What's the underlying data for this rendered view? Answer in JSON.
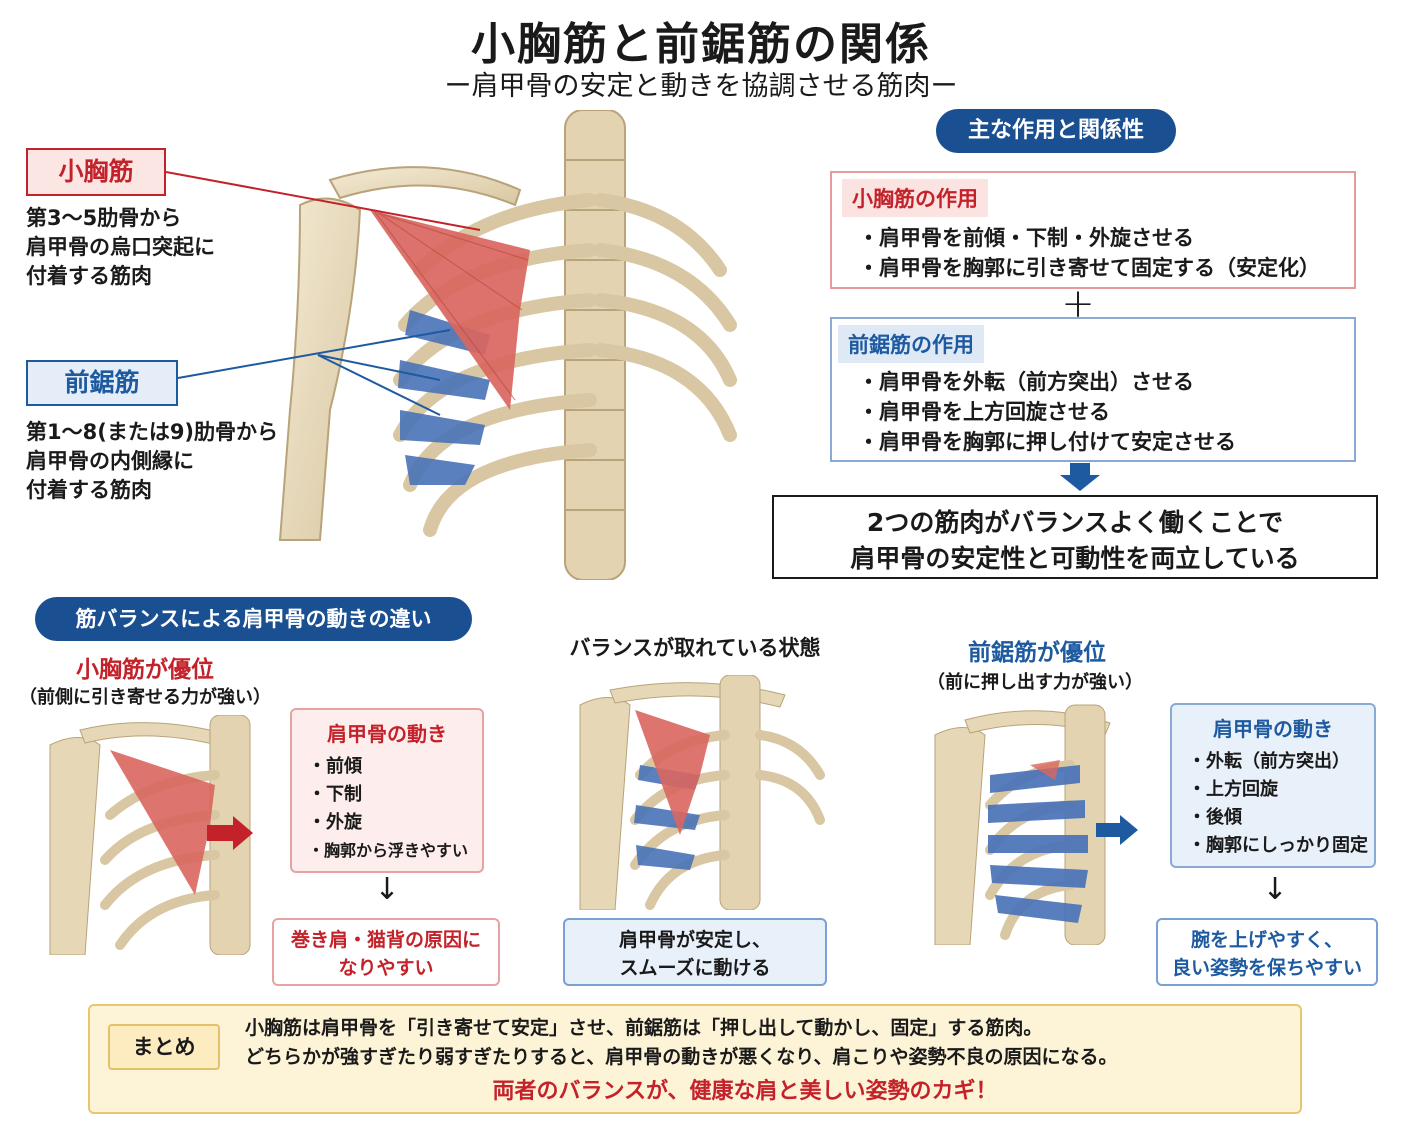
{
  "title": "小胸筋と前鋸筋の関係",
  "subtitle": "ー肩甲骨の安定と動きを協調させる筋肉ー",
  "muscles": {
    "pec_minor": {
      "name": "小胸筋",
      "desc": [
        "第3〜5肋骨から",
        "肩甲骨の烏口突起に",
        "付着する筋肉"
      ]
    },
    "serratus": {
      "name": "前鋸筋",
      "desc": [
        "第1〜8(または9)肋骨から",
        "肩甲骨の内側縁に",
        "付着する筋肉"
      ]
    }
  },
  "actions": {
    "header": "主な作用と関係性",
    "pec_minor": {
      "title": "小胸筋の作用",
      "items": [
        "肩甲骨を前傾・下制・外旋させる",
        "肩甲骨を胸郭に引き寄せて固定する（安定化）"
      ]
    },
    "plus": "+",
    "serratus": {
      "title": "前鋸筋の作用",
      "items": [
        "肩甲骨を外転（前方突出）させる",
        "肩甲骨を上方回旋させる",
        "肩甲骨を胸郭に押し付けて安定させる"
      ]
    },
    "conclusion": [
      "2つの筋肉がバランスよく働くことで",
      "肩甲骨の安定性と可動性を両立している"
    ]
  },
  "balance": {
    "header": "筋バランスによる肩甲骨の動きの違い",
    "left": {
      "title": "小胸筋が優位",
      "sub": "（前側に引き寄せる力が強い）",
      "card_title": "肩甲骨の動き",
      "items": [
        "前傾",
        "下制",
        "外旋",
        "胸郭から浮きやすい"
      ],
      "result": [
        "巻き肩・猫背の原因に",
        "なりやすい"
      ]
    },
    "middle": {
      "title": "バランスが取れている状態",
      "result": [
        "肩甲骨が安定し、",
        "スムーズに動ける"
      ]
    },
    "right": {
      "title": "前鋸筋が優位",
      "sub": "（前に押し出す力が強い）",
      "card_title": "肩甲骨の動き",
      "items": [
        "外転（前方突出）",
        "上方回旋",
        "後傾",
        "胸郭にしっかり固定"
      ],
      "result": [
        "腕を上げやすく、",
        "良い姿勢を保ちやすい"
      ]
    },
    "arrow": "↓"
  },
  "summary": {
    "tag": "まとめ",
    "lines": [
      "小胸筋は肩甲骨を「引き寄せて安定」させ、前鋸筋は「押し出して動かし、固定」する筋肉。",
      "どちらかが強すぎたり弱すぎたりすると、肩甲骨の動きが悪くなり、肩こりや姿勢不良の原因になる。"
    ],
    "emphasis": "両者のバランスが、健康な肩と美しい姿勢のカギ！"
  },
  "colors": {
    "red": "#c4222a",
    "blue": "#1e5aa0",
    "navy": "#1a4f91",
    "bone": "#ecdfc2",
    "muscle_red": "#d9665e",
    "muscle_blue": "#4a73b8"
  }
}
